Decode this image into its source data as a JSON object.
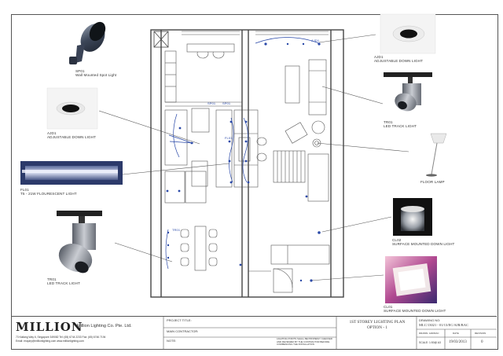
{
  "fixtures": {
    "sp01": {
      "code": "SP01",
      "name": "Wall Mounted Spot Light"
    },
    "ajd1_left": {
      "code": "AJD1",
      "name": "ADJUSTABLE DOWN LIGHT"
    },
    "fl01": {
      "code": "FL01",
      "name": "T5 - 21W FLOURESCENT LIGHT"
    },
    "tr01_left": {
      "code": "TR01",
      "name": "LED TRACK LIGHT"
    },
    "ajd1_right": {
      "code": "AJD1",
      "name": "ADJUSTABLE DOWN LIGHT"
    },
    "tr01_right": {
      "code": "TR01",
      "name": "LED TRACK LIGHT"
    },
    "floor_lamp": {
      "name": "FLOOR LAMP"
    },
    "cl02": {
      "code": "CL02",
      "name": "SURFACE MOUNTED DOWN LIGHT"
    },
    "cl01": {
      "code": "CL01",
      "name": "SURFACE MOUNTED DOWN LIGHT"
    }
  },
  "plan_tags": {
    "sp01_a": "SP01",
    "sp01_b": "SP01",
    "ajd1": "AJD1",
    "fl01": "FL01",
    "tr01": "TR01"
  },
  "title_block": {
    "company_logo": "MILLION",
    "company_name": "Million Lighting Co. Pte. Ltd.",
    "address": "73 Kallang Way 6, Singapore 349082  Tel: (65) 6744 2233  Fax: (65) 6746 7194",
    "contact": "Email: enquiry@millionlighting.com  www.millionlighting.com",
    "project_title_label": "PROJECT TITLE:",
    "main_contractor_label": "MAIN CONTRACTOR:",
    "note_label": "NOTE:",
    "note_text": "LIGHTING POINTS SHALL BE PROPERLY CHECKED AND REVIEWED BY THE CONTRACTOR BEFORE COMMENCING THE INSTALLATION",
    "drawing_title": "1ST STOREY LIGHTING PLAN",
    "drawing_option": "OPTION - 1",
    "drawing_no_label": "DRAWING NO:",
    "drawing_no": "MLC/13021 - 01/13/EC/AJR/RAC",
    "drawn_label": "DRAWN: AJR/RAC",
    "date_label": "DATE",
    "revision_label": "REVISION",
    "scale": "SCALE: 1:50@ A3",
    "date": "19/03/2013",
    "revision": "0"
  },
  "colors": {
    "wire": "#2a49a8",
    "wall": "#555555",
    "line": "#444444"
  }
}
